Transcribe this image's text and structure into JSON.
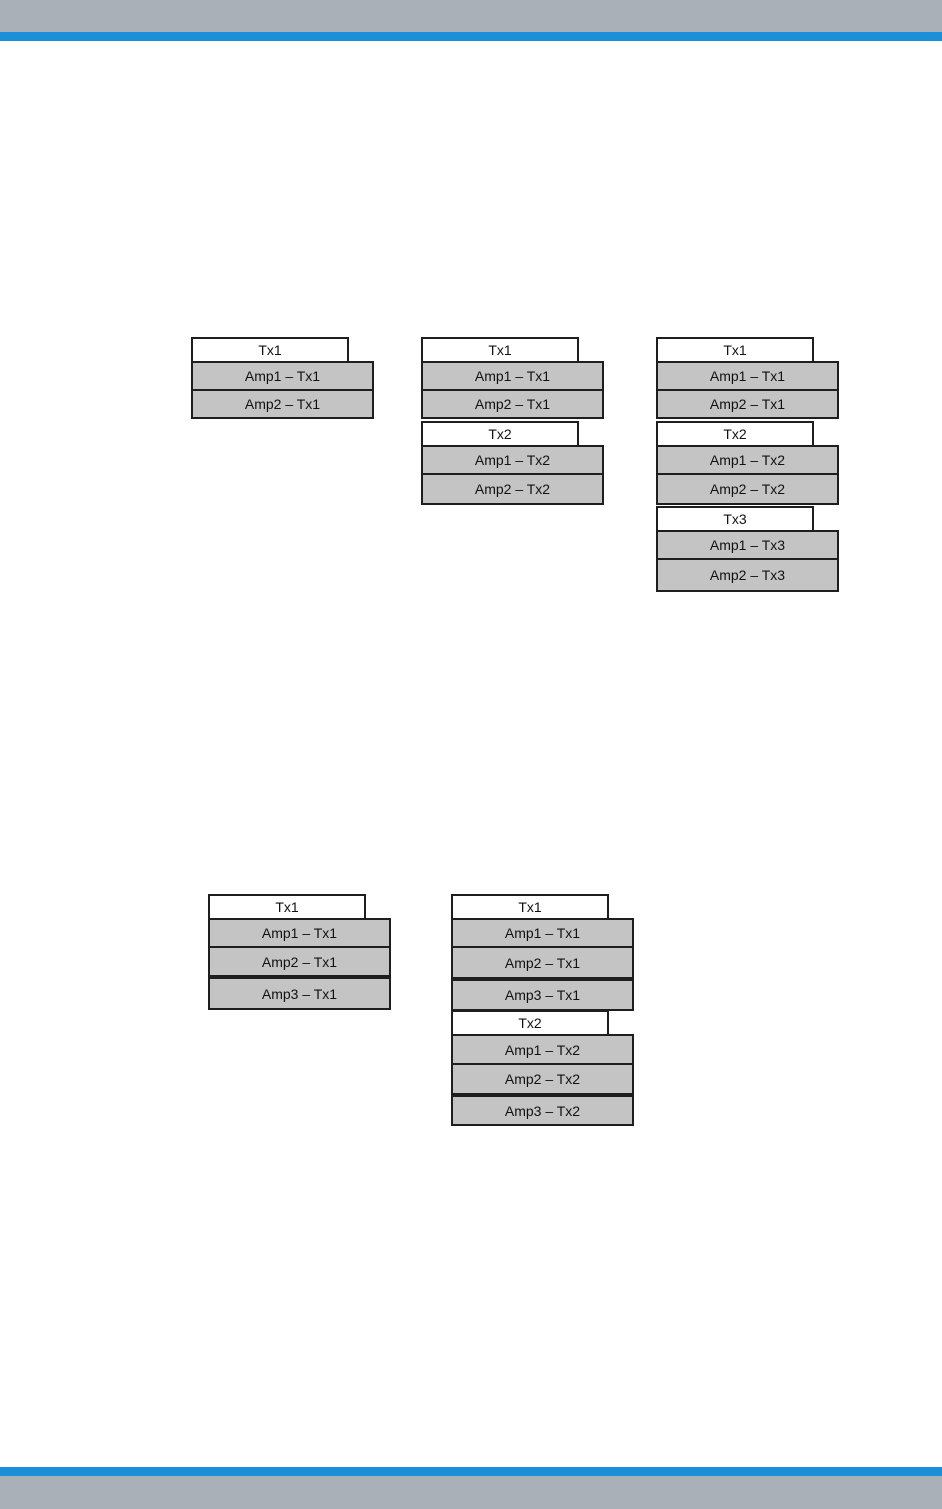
{
  "diagram_top": {
    "stack_1": {
      "tx1": {
        "label": "Tx1",
        "amps": [
          "Amp1 – Tx1",
          "Amp2 – Tx1"
        ]
      }
    },
    "stack_2": {
      "tx1": {
        "label": "Tx1",
        "amps": [
          "Amp1 – Tx1",
          "Amp2 – Tx1"
        ]
      },
      "tx2": {
        "label": "Tx2",
        "amps": [
          "Amp1 – Tx2",
          "Amp2 – Tx2"
        ]
      }
    },
    "stack_3": {
      "tx1": {
        "label": "Tx1",
        "amps": [
          "Amp1 – Tx1",
          "Amp2 – Tx1"
        ]
      },
      "tx2": {
        "label": "Tx2",
        "amps": [
          "Amp1 – Tx2",
          "Amp2 – Tx2"
        ]
      },
      "tx3": {
        "label": "Tx3",
        "amps": [
          "Amp1 – Tx3",
          "Amp2 – Tx3"
        ]
      }
    }
  },
  "diagram_bottom": {
    "stack_1": {
      "tx1": {
        "label": "Tx1",
        "amps": [
          "Amp1 – Tx1",
          "Amp2 – Tx1",
          "Amp3 – Tx1"
        ]
      }
    },
    "stack_2": {
      "tx1": {
        "label": "Tx1",
        "amps": [
          "Amp1 – Tx1",
          "Amp2 – Tx1",
          "Amp3 – Tx1"
        ]
      },
      "tx2": {
        "label": "Tx2",
        "amps": [
          "Amp1 – Tx2",
          "Amp2 – Tx2",
          "Amp3 – Tx2"
        ]
      }
    }
  },
  "colors": {
    "header_gray": "#aab0b7",
    "accent_blue": "#1b8fd8",
    "amp_fill": "#c4c4c4",
    "tx_fill": "#ffffff",
    "border": "#1e1e1e"
  }
}
